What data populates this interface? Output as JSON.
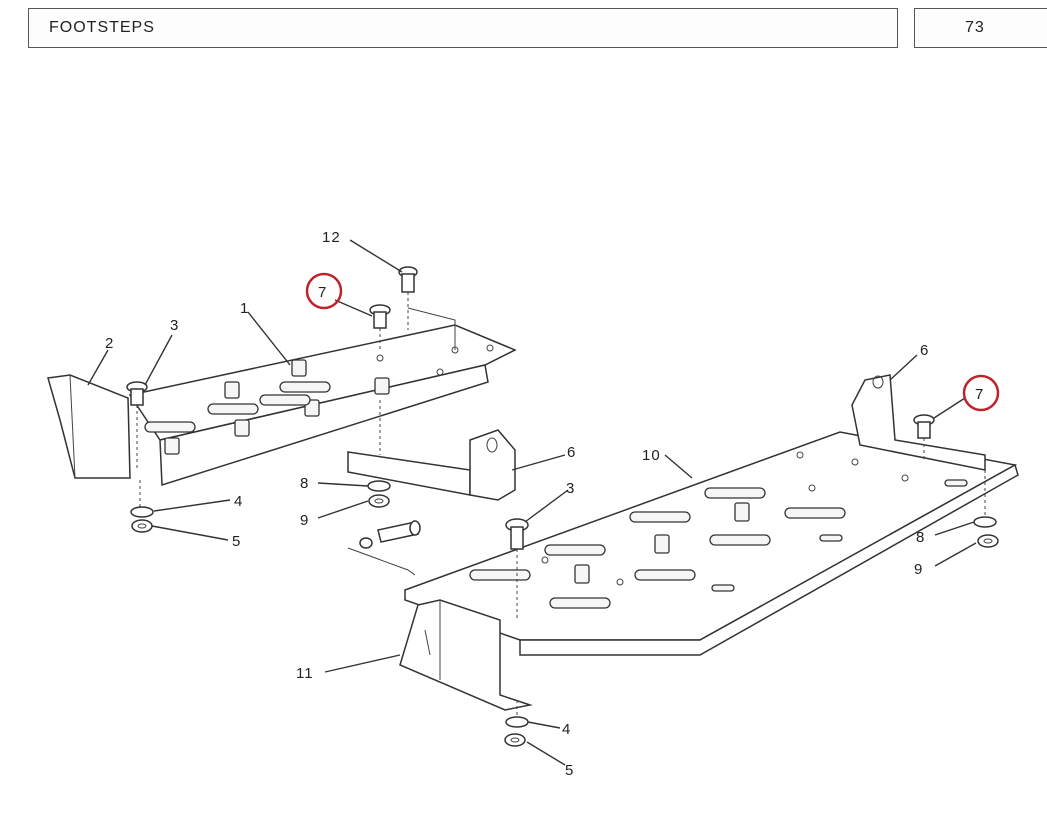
{
  "header": {
    "title": "FOOTSTEPS",
    "page_number": "73"
  },
  "callouts": [
    {
      "id": "lbl-12",
      "text": "12"
    },
    {
      "id": "lbl-7a",
      "text": "7"
    },
    {
      "id": "lbl-1",
      "text": "1"
    },
    {
      "id": "lbl-3a",
      "text": "3"
    },
    {
      "id": "lbl-2",
      "text": "2"
    },
    {
      "id": "lbl-4a",
      "text": "4"
    },
    {
      "id": "lbl-5a",
      "text": "5"
    },
    {
      "id": "lbl-8a",
      "text": "8"
    },
    {
      "id": "lbl-9a",
      "text": "9"
    },
    {
      "id": "lbl-6a",
      "text": "6"
    },
    {
      "id": "lbl-6b",
      "text": "6"
    },
    {
      "id": "lbl-7b",
      "text": "7"
    },
    {
      "id": "lbl-10",
      "text": "10"
    },
    {
      "id": "lbl-3b",
      "text": "3"
    },
    {
      "id": "lbl-8b",
      "text": "8"
    },
    {
      "id": "lbl-9b",
      "text": "9"
    },
    {
      "id": "lbl-11",
      "text": "11"
    },
    {
      "id": "lbl-4b",
      "text": "4"
    },
    {
      "id": "lbl-5b",
      "text": "5"
    }
  ],
  "highlight_color": "#c0222a"
}
